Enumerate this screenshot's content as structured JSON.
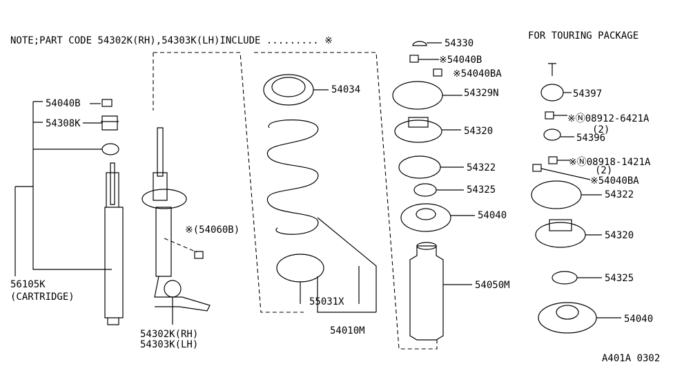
{
  "note": "NOTE;PART CODE 54302K(RH),54303K(LH)INCLUDE ......... ※",
  "touring_header": "FOR TOURING PACKAGE",
  "diagram_code": "A401A 0302",
  "labels": {
    "p54330": "54330",
    "p54040B_a": "※54040B",
    "p54040BA_a": "※54040BA",
    "p54034": "54034",
    "p54329N": "54329N",
    "p54397": "54397",
    "p54040B_left": "54040B",
    "p54308K": "54308K",
    "p08912": "※Ⓝ08912-6421A",
    "p08912_qty": "(2)",
    "p54320_a": "54320",
    "p54396": "54396",
    "p08918": "※Ⓝ08918-1421A",
    "p08918_qty": "(2)",
    "p54322_a": "54322",
    "p54040BA_b": "※54040BA",
    "p54325_a": "54325",
    "p54322_b": "54322",
    "p54040_a": "54040",
    "p54060B": "※(54060B)",
    "p54320_b": "54320",
    "p54050M": "54050M",
    "p54325_b": "54325",
    "p56105K": "56105K",
    "p56105K_sub": "(CARTRIDGE)",
    "p55031X": "55031X",
    "p54040_b": "54040",
    "p54010M": "54010M",
    "p54302K": "54302K(RH)",
    "p54303K": "54303K(LH)"
  }
}
